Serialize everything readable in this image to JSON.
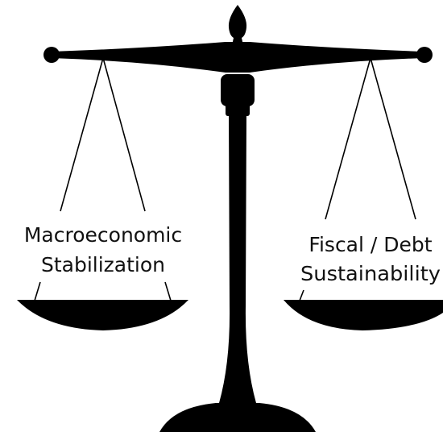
{
  "diagram": {
    "left_pan": {
      "label_line1": "Macroeconomic",
      "label_line2": "Stabilization"
    },
    "right_pan": {
      "label_line1": "Fiscal / Debt",
      "label_line2": "Sustainability"
    },
    "colors": {
      "ink": "#000000",
      "text": "#111111",
      "background": "#ffffff"
    }
  }
}
